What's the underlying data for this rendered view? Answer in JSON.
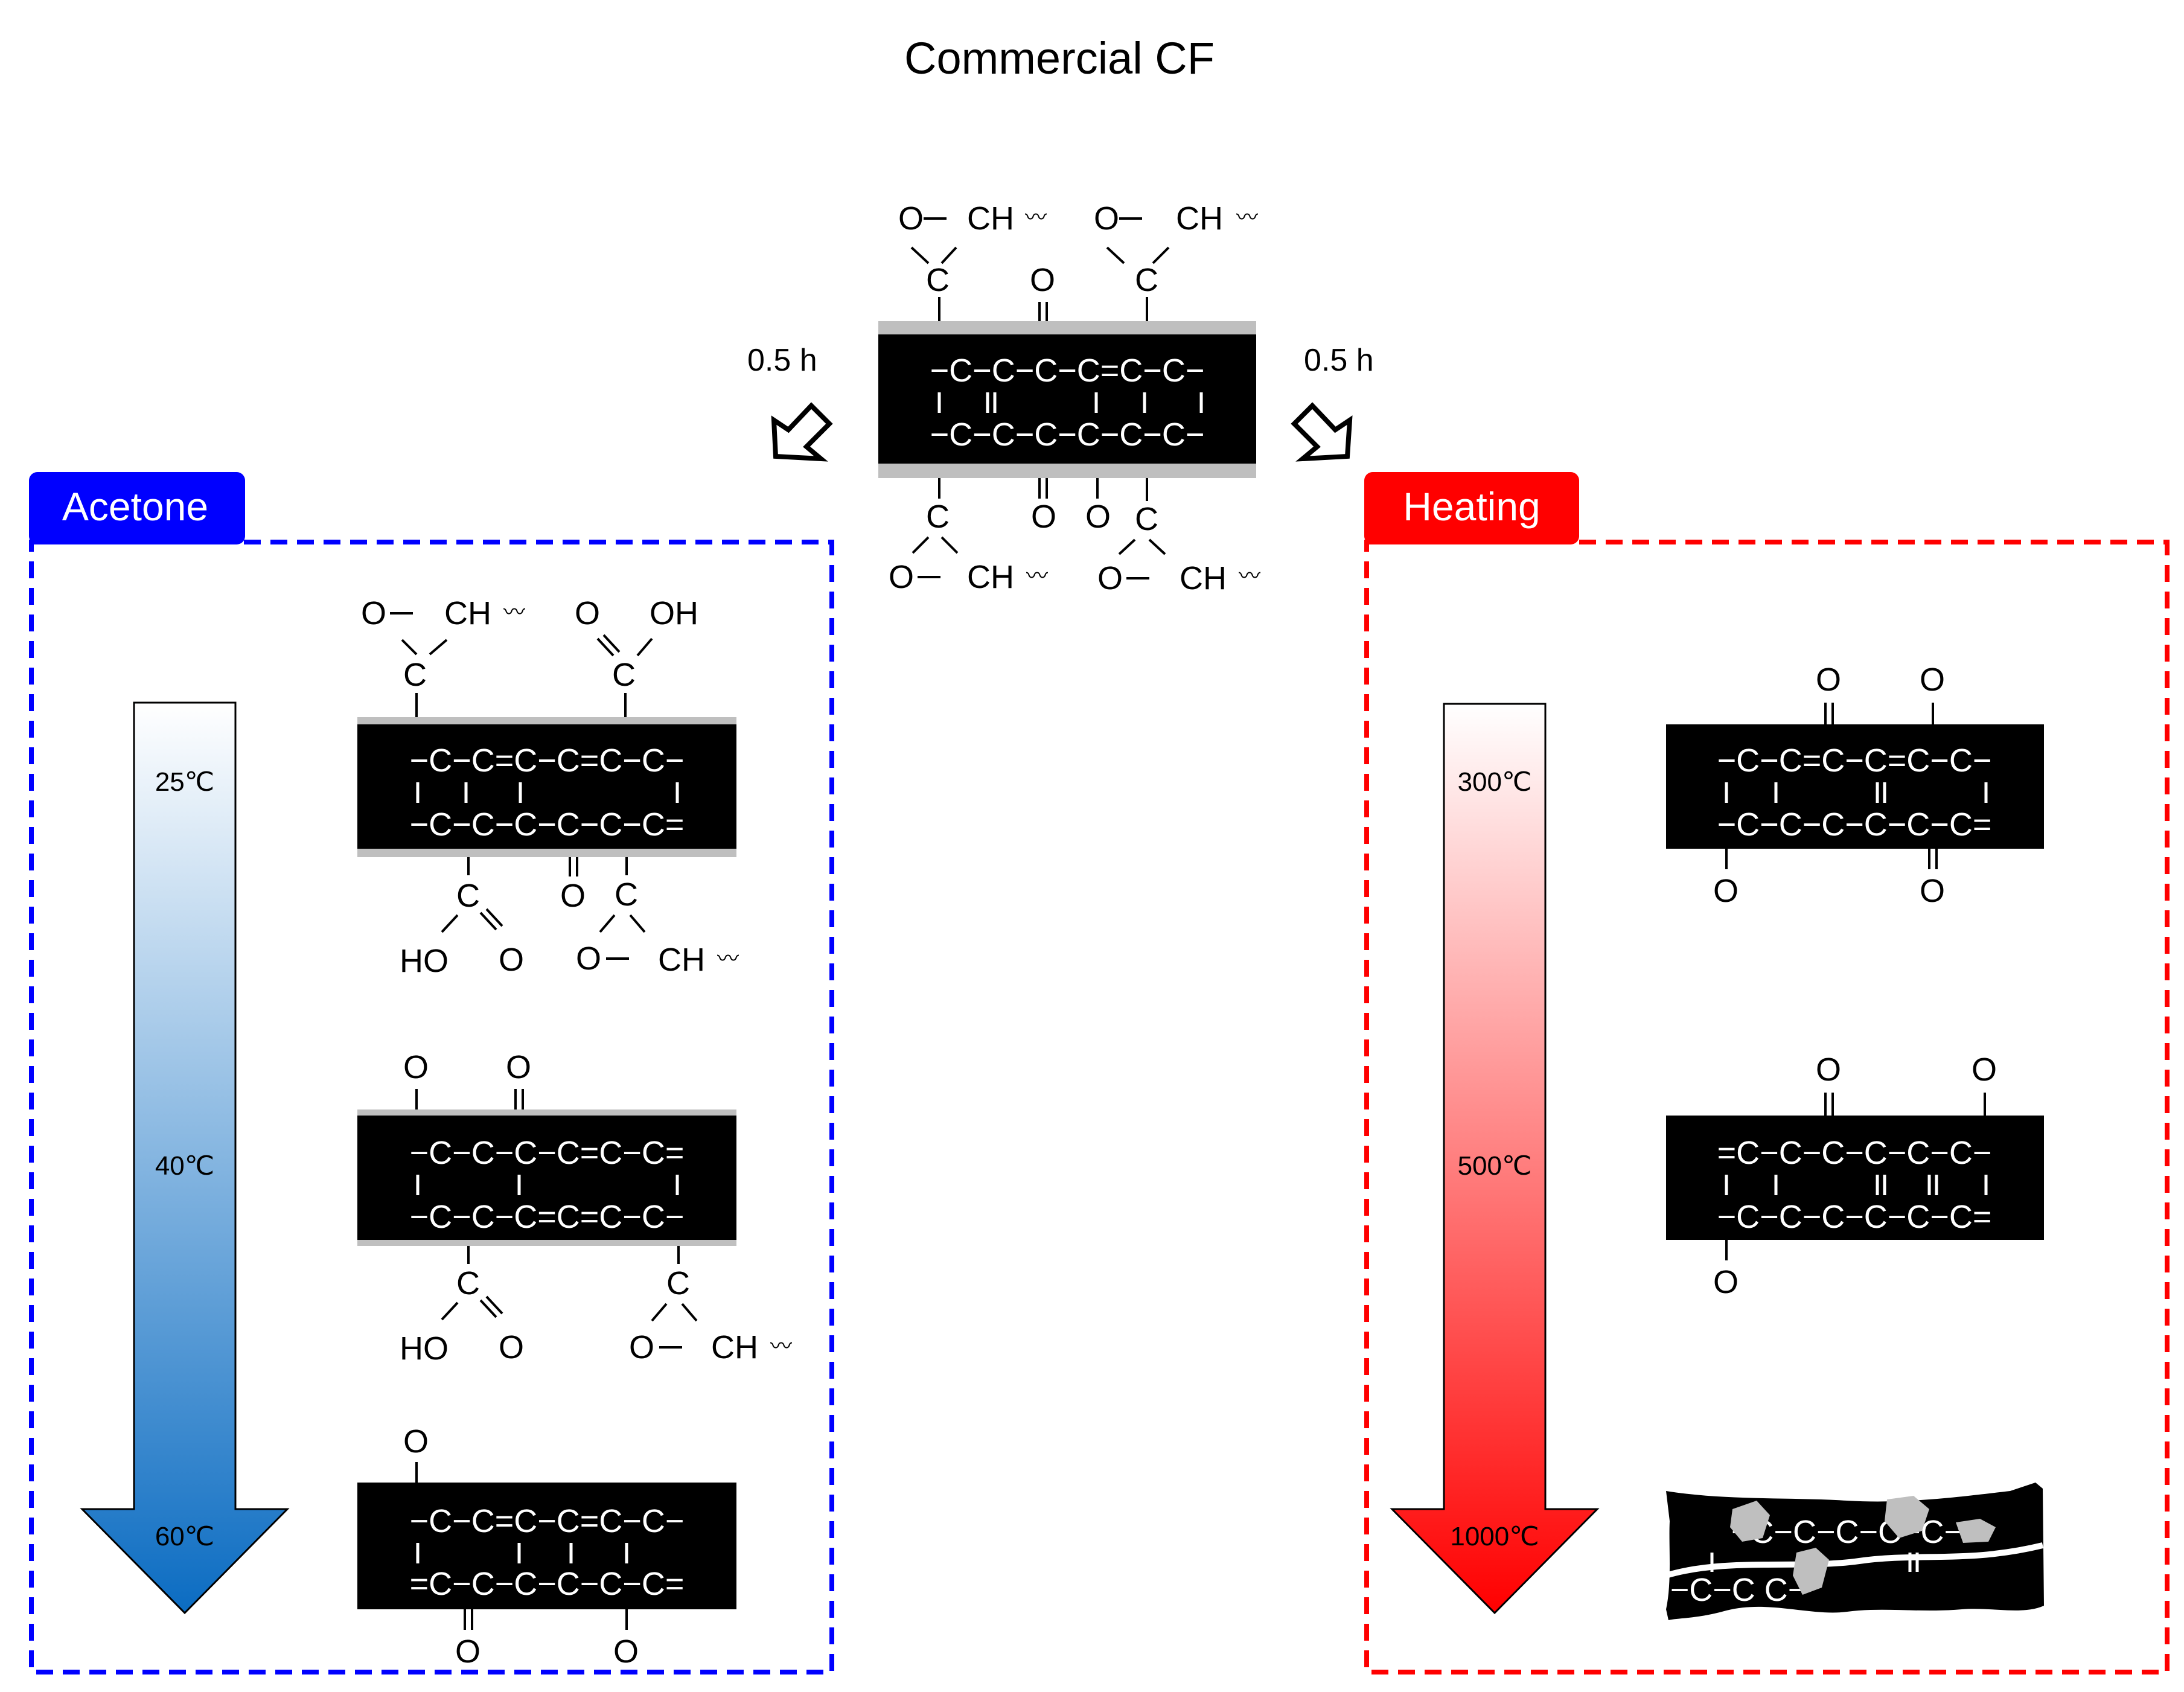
{
  "title": "Commercial CF",
  "arrows": {
    "left_time": "0.5 h",
    "right_time": "0.5 h"
  },
  "panels": {
    "acetone": {
      "label": "Acetone",
      "color": "#0000FF",
      "temps": [
        "25℃",
        "40℃",
        "60℃"
      ]
    },
    "heating": {
      "label": "Heating",
      "color": "#FF0000",
      "temps": [
        "300℃",
        "500℃",
        "1000℃"
      ]
    }
  },
  "molecules": {
    "commercial": {
      "top_row": "−C−C−C−C=C−C−",
      "bottom_row": "−C−C−C−C−C−C−",
      "substituents": {
        "O": "O",
        "C": "C",
        "CH": "CH",
        "wave": "〰"
      }
    },
    "acetone_25": {
      "top_row": "−C−C=C−C=C−C−",
      "bottom_row": "−C−C−C−C−C−C=",
      "substituents": {
        "O": "O",
        "OH": "OH",
        "HO": "HO",
        "C": "C",
        "CH": "CH",
        "wave": "〰"
      }
    },
    "acetone_40": {
      "top_row": "−C−C−C−C=C−C=",
      "bottom_row": "−C−C−C=C=C−C−",
      "substituents": {
        "O": "O",
        "HO": "HO",
        "C": "C",
        "CH": "CH",
        "wave": "〰"
      }
    },
    "acetone_60": {
      "top_row": "−C−C=C−C=C−C−",
      "bottom_row": "=C−C−C−C−C−C=",
      "substituents": {
        "O": "O"
      }
    },
    "heating_300": {
      "top_row": "−C−C=C−C=C−C−",
      "bottom_row": "−C−C−C−C−C−C=",
      "substituents": {
        "O": "O"
      }
    },
    "heating_500": {
      "top_row": "=C−C−C−C−C−C−",
      "bottom_row": "−C−C−C−C−C−C=",
      "substituents": {
        "O": "O"
      }
    },
    "heating_1000": {
      "top_row": "−C−C−C−C−C−",
      "bottom_row": "−C−C   C−",
      "substituents": {}
    }
  },
  "colors": {
    "blue_arrow_top": "#FFFFFF",
    "blue_arrow_bottom": "#0B6CC2",
    "red_arrow_top": "#FFFFFF",
    "red_arrow_bottom": "#FF0000",
    "fiber": "#000000",
    "sizing": "#BFBFBF"
  }
}
